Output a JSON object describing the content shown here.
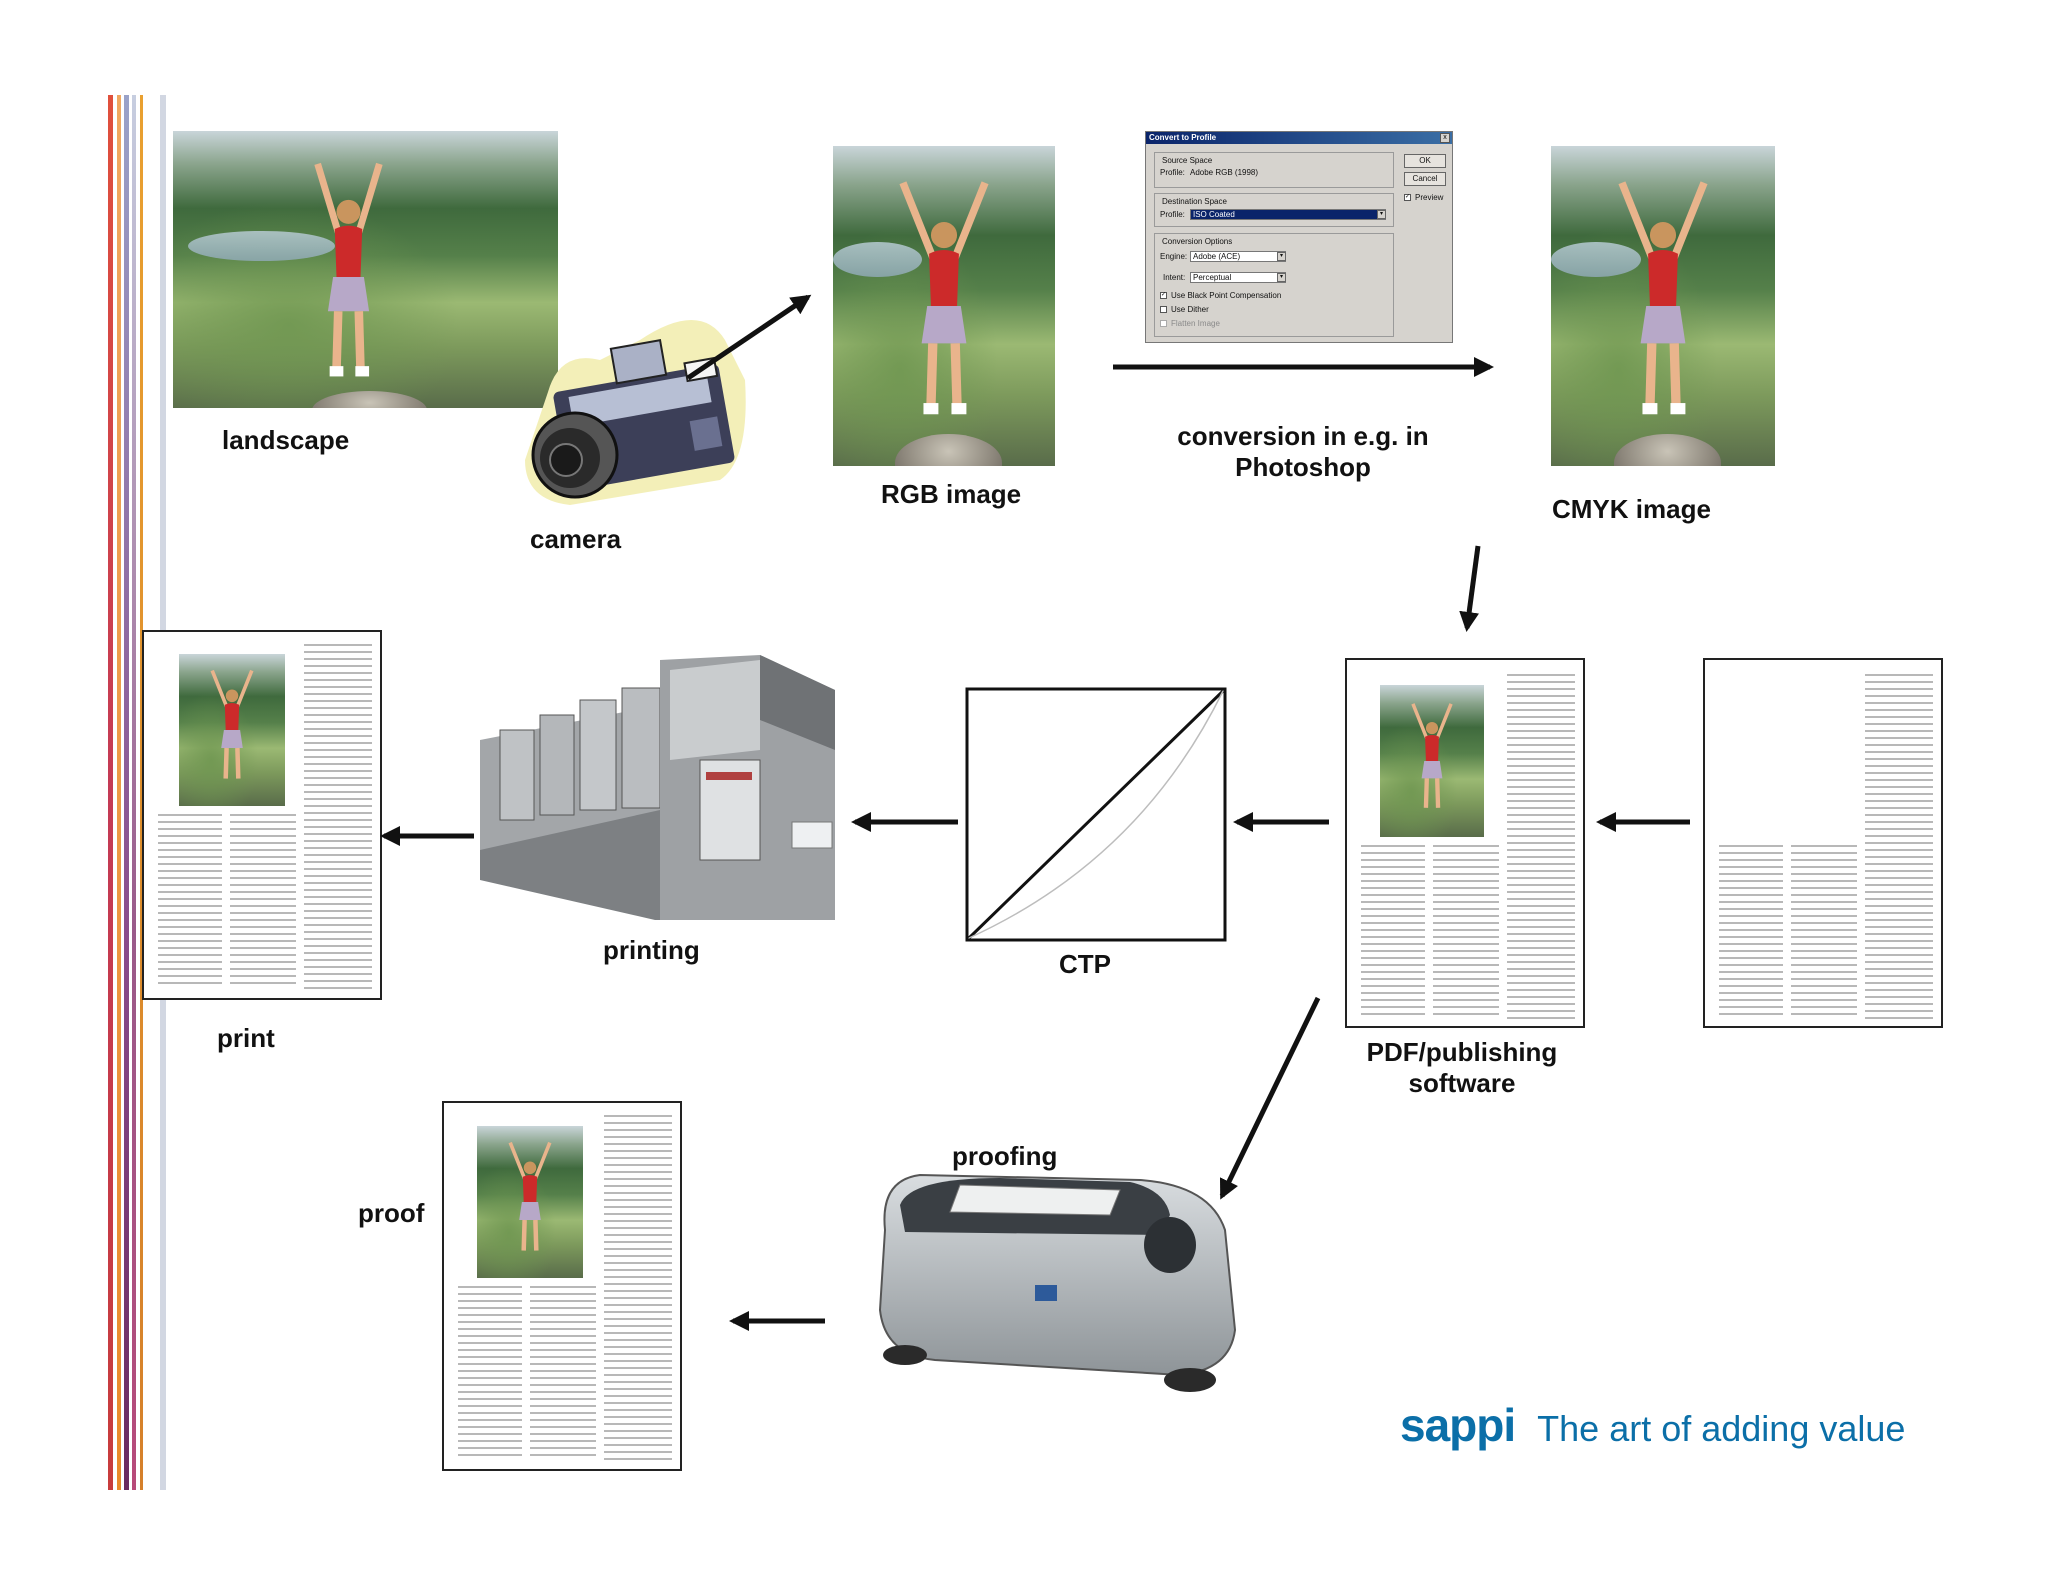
{
  "labels": {
    "landscape": "landscape",
    "camera": "camera",
    "rgb_image": "RGB image",
    "conversion_line1": "conversion in e.g. in",
    "conversion_line2": "Photoshop",
    "cmyk_image": "CMYK image",
    "pdf_line1": "PDF/publishing",
    "pdf_line2": "software",
    "ctp": "CTP",
    "printing": "printing",
    "print": "print",
    "proofing": "proofing",
    "proof": "proof"
  },
  "dialog": {
    "title": "Convert to Profile",
    "close": "x",
    "source_space": "Source Space",
    "profile_label": "Profile:",
    "source_profile": "Adobe RGB (1998)",
    "destination_space": "Destination Space",
    "destination_profile": "ISO Coated",
    "conversion_options": "Conversion Options",
    "engine_label": "Engine:",
    "engine_value": "Adobe (ACE)",
    "intent_label": "Intent:",
    "intent_value": "Perceptual",
    "black_point": "Use Black Point Compensation",
    "dither": "Use Dither",
    "flatten": "Flatten Image",
    "ok": "OK",
    "cancel": "Cancel",
    "preview": "Preview"
  },
  "brand": {
    "name": "sappi",
    "tagline": "The art of adding value"
  },
  "colors": {
    "brand": "#0b6fa8",
    "stripes": [
      "#e0503c",
      "#e98a2a",
      "#8a96b8",
      "#e9a030",
      "#bfc6d6"
    ]
  }
}
